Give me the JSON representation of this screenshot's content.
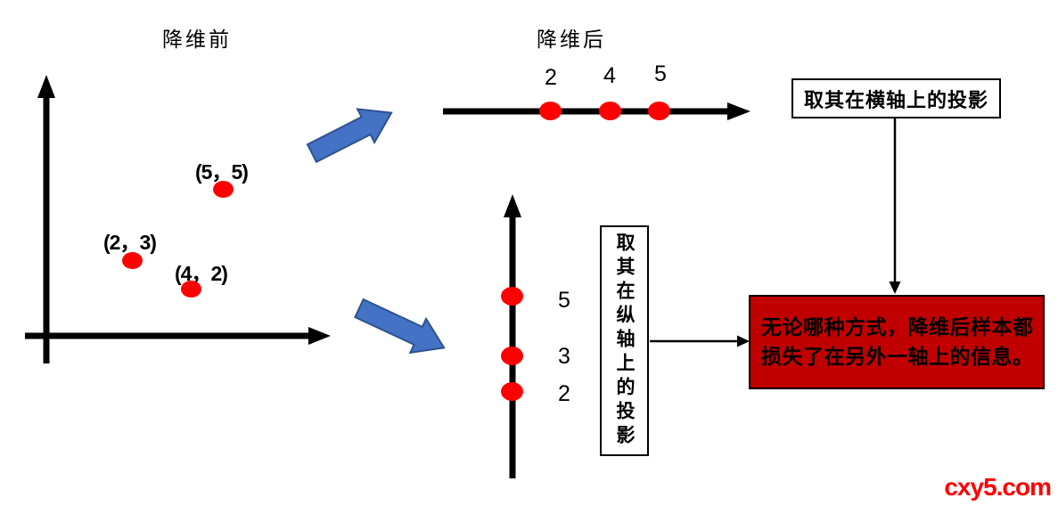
{
  "titles": {
    "before": "降维前",
    "after": "降维后"
  },
  "scatter": {
    "points": [
      {
        "label": "(5，5)",
        "x": 5,
        "y": 5
      },
      {
        "label": "(2，3)",
        "x": 2,
        "y": 3
      },
      {
        "label": "(4，2)",
        "x": 4,
        "y": 2
      }
    ]
  },
  "horizontal_number_line": {
    "values": [
      "2",
      "4",
      "5"
    ]
  },
  "vertical_number_line": {
    "values": [
      "5",
      "3",
      "2"
    ]
  },
  "callouts": {
    "horizontal_projection": "取其在横轴上的投影",
    "vertical_projection": "取其在纵轴上的投影",
    "conclusion_line1": "无论哪种方式，降维后样本都",
    "conclusion_line2": "损失了在另外一轴上的信息。"
  },
  "watermark": "cxy5.com",
  "colors": {
    "point": "#FF0000",
    "block_arrow_fill": "#4472C4",
    "block_arrow_stroke": "#2F528F",
    "conclusion_fill": "#C00000",
    "watermark": "#FF0000"
  }
}
